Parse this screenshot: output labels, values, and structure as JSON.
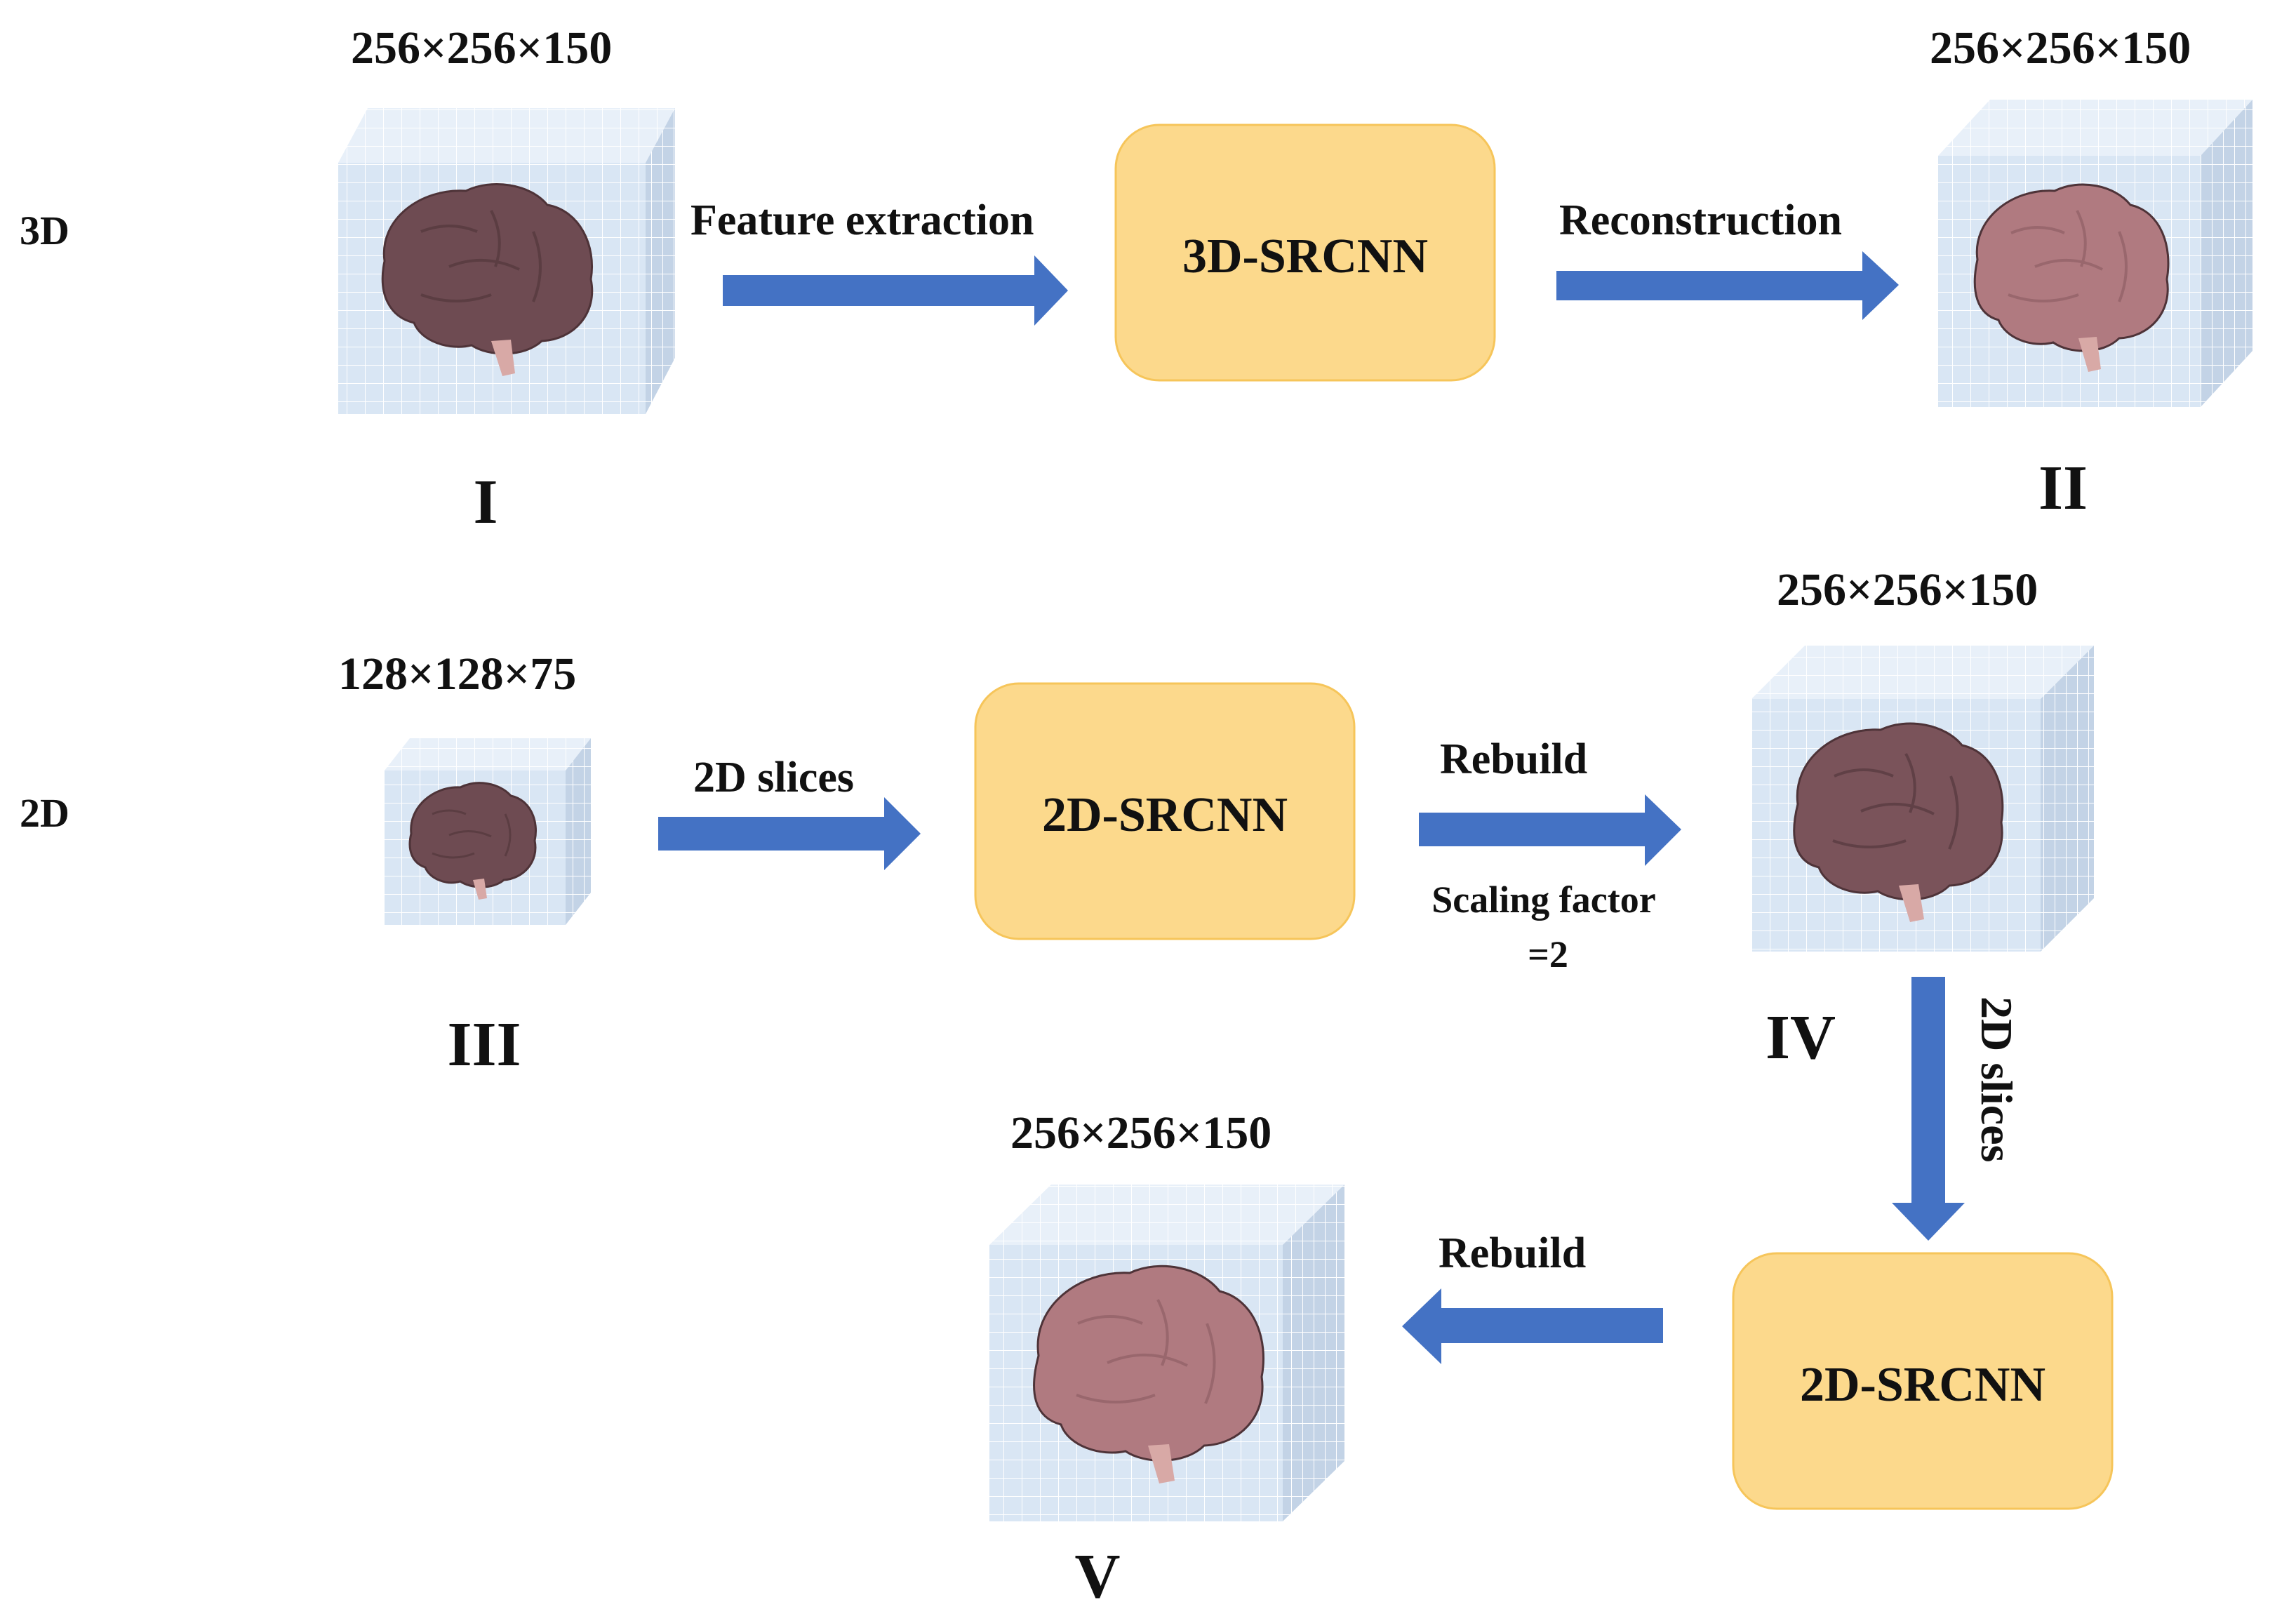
{
  "rows": {
    "row_3d": "3D",
    "row_2d": "2D"
  },
  "volumes": [
    {
      "id": "I",
      "roman": "I",
      "dims": "256×256×150",
      "brain_color": "#6E4B52"
    },
    {
      "id": "II",
      "roman": "II",
      "dims": "256×256×150",
      "brain_color": "#B07A80"
    },
    {
      "id": "III",
      "roman": "III",
      "dims": "128×128×75",
      "brain_color": "#6E4B52"
    },
    {
      "id": "IV",
      "roman": "IV",
      "dims": "256×256×150",
      "brain_color": "#7A535A"
    },
    {
      "id": "V",
      "roman": "V",
      "dims": "256×256×150",
      "brain_color": "#B07A80"
    }
  ],
  "boxes": {
    "srcnn_3d": "3D-SRCNN",
    "srcnn_2d_a": "2D-SRCNN",
    "srcnn_2d_b": "2D-SRCNN"
  },
  "arrows": {
    "feature_extraction": "Feature extraction",
    "reconstruction": "Reconstruction",
    "slices_a": "2D slices",
    "rebuild_a": "Rebuild",
    "scaling_line1": "Scaling factor",
    "scaling_line2": "=2",
    "slices_b": "2D slices",
    "rebuild_b": "Rebuild"
  },
  "colors": {
    "box_fill": "#FCD98C",
    "box_stroke": "#F6C55A",
    "arrow": "#4472C4",
    "cube_front": "#D9E6F4",
    "cube_grid": "#FFFFFF"
  }
}
